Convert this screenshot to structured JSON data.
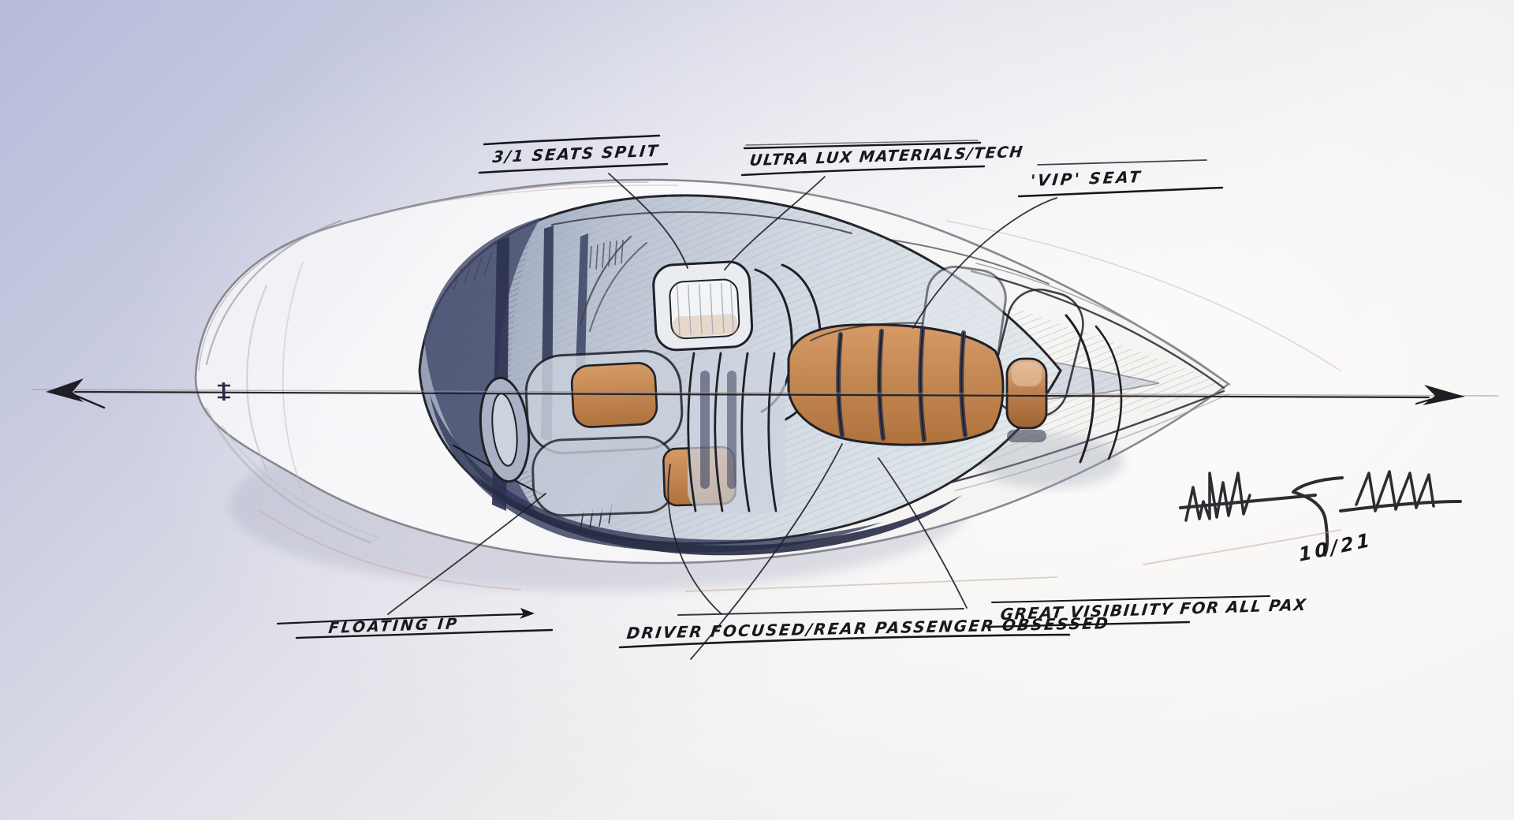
{
  "annotations": [
    {
      "id": "seat-split",
      "label": "3/1 SEATS SPLIT"
    },
    {
      "id": "ultra-lux",
      "label": "ULTRA LUX MATERIALS/TECH"
    },
    {
      "id": "vip-seat",
      "label": "'VIP' SEAT"
    },
    {
      "id": "floating-ip",
      "label": "FLOATING IP"
    },
    {
      "id": "driver-focused",
      "label": "DRIVER FOCUSED/REAR PASSENGER OBSESSED"
    },
    {
      "id": "visibility",
      "label": "GREAT VISIBILITY FOR ALL PAX"
    }
  ],
  "signature": {
    "date": "10/21"
  },
  "colors": {
    "paper_lavender": "#b5bbda",
    "paper_white": "#f5f3f1",
    "ink": "#1c1c22",
    "cabin_navy": "#2e3450",
    "glass_blue": "#c7cfdc",
    "seat_orange": "#c9895a",
    "hatch_teal": "#7aa18c"
  }
}
